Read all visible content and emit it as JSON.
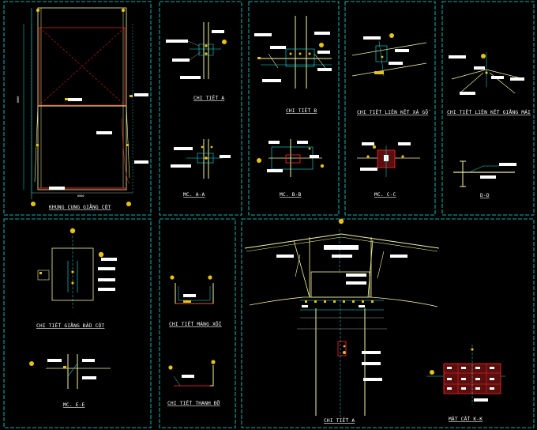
{
  "drawing": {
    "titles": {
      "frame": "KHUNG CUNG GIẰNG CỘT",
      "detail_a": "CHI TIẾT A",
      "detail_b": "CHI TIẾT B",
      "detail_xago": "CHI TIẾT LIÊN KẾT XÀ GỒ",
      "detail_giangmai": "CHI TIẾT LIÊN KẾT GIẰNG MÁI",
      "section_aa": "MC. A-A",
      "section_bb": "MC. B-B",
      "section_cc": "MC. C-C",
      "section_dd": "D-D",
      "detail_giangdaucot": "CHI TIẾT GIẰNG ĐẦU CỘT",
      "detail_mangxoi": "CHI TIẾT MÁNG XỐI",
      "section_ee": "MC. E-E",
      "detail_thanhdo": "CHI TIẾT THANH ĐỠ",
      "detail_a2": "CHI TIẾT A",
      "section_kk": "MẶT CẮT K-K"
    },
    "colors": {
      "background": "#000000",
      "frame_line": "#19e3e3",
      "member": "#f4f4a0",
      "brace": "#d42020",
      "marker": "#e6c214",
      "tag_fill": "#ffffff",
      "highlight": "#ff2a2a",
      "dim_line": "#c8c8c8"
    }
  }
}
